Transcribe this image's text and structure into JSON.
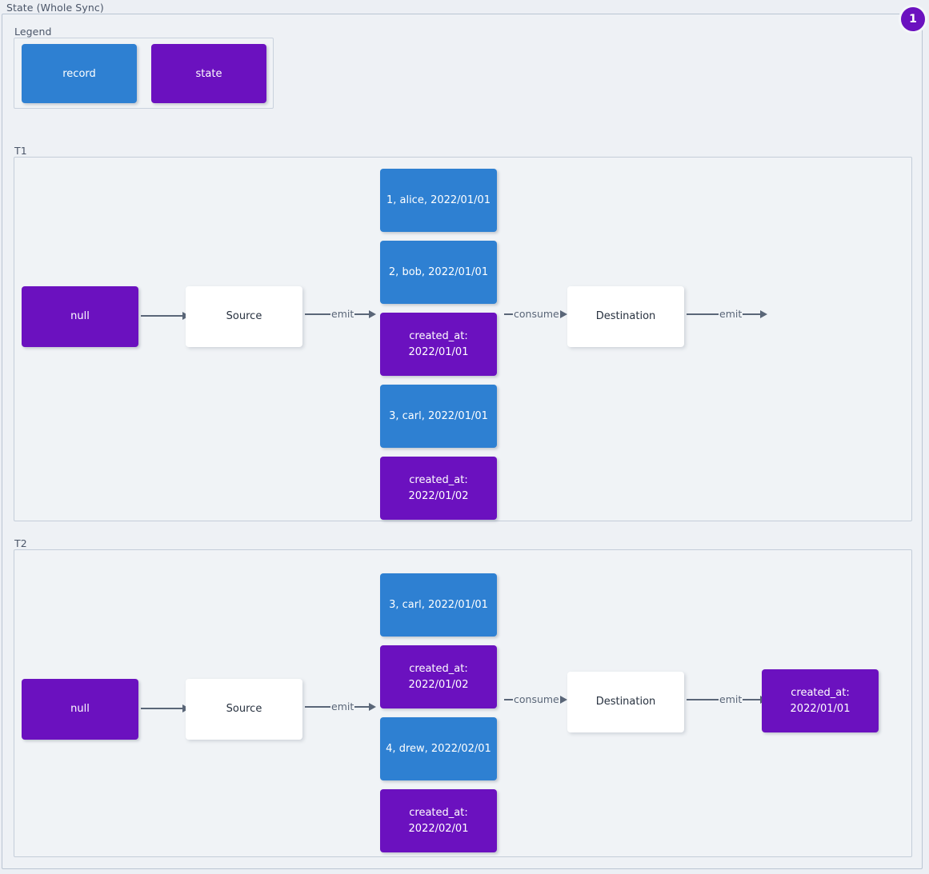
{
  "diagram": {
    "title": "State (Whole Sync)",
    "badge": "1",
    "colors": {
      "record": "#2e80d2",
      "state": "#6b11bf",
      "plain": "#ffffff",
      "edge": "#5a6678",
      "background": "#eceff4",
      "frame_border": "#c4cdd9"
    }
  },
  "legend": {
    "label": "Legend",
    "items": [
      {
        "label": "record",
        "kind": "record"
      },
      {
        "label": "state",
        "kind": "state"
      }
    ]
  },
  "t1": {
    "label": "T1",
    "initial_state": "null",
    "source": "Source",
    "destination": "Destination",
    "edges": {
      "state_to_source": "",
      "source_emit": "emit",
      "destination_consume": "consume",
      "destination_emit": "emit"
    },
    "emitted": [
      {
        "kind": "record",
        "label": "1, alice, 2022/01/01"
      },
      {
        "kind": "record",
        "label": "2, bob, 2022/01/01"
      },
      {
        "kind": "state",
        "label": "created_at:\n2022/01/01"
      },
      {
        "kind": "record",
        "label": "3, carl, 2022/01/01"
      },
      {
        "kind": "state",
        "label": "created_at:\n2022/01/02"
      }
    ],
    "final_state": null
  },
  "t2": {
    "label": "T2",
    "initial_state": "null",
    "source": "Source",
    "destination": "Destination",
    "edges": {
      "state_to_source": "",
      "source_emit": "emit",
      "destination_consume": "consume",
      "destination_emit": "emit"
    },
    "emitted": [
      {
        "kind": "record",
        "label": "3, carl, 2022/01/01"
      },
      {
        "kind": "state",
        "label": "created_at:\n2022/01/02"
      },
      {
        "kind": "record",
        "label": "4, drew, 2022/02/01"
      },
      {
        "kind": "state",
        "label": "created_at:\n2022/02/01"
      }
    ],
    "final_state": "created_at:\n2022/01/01"
  }
}
